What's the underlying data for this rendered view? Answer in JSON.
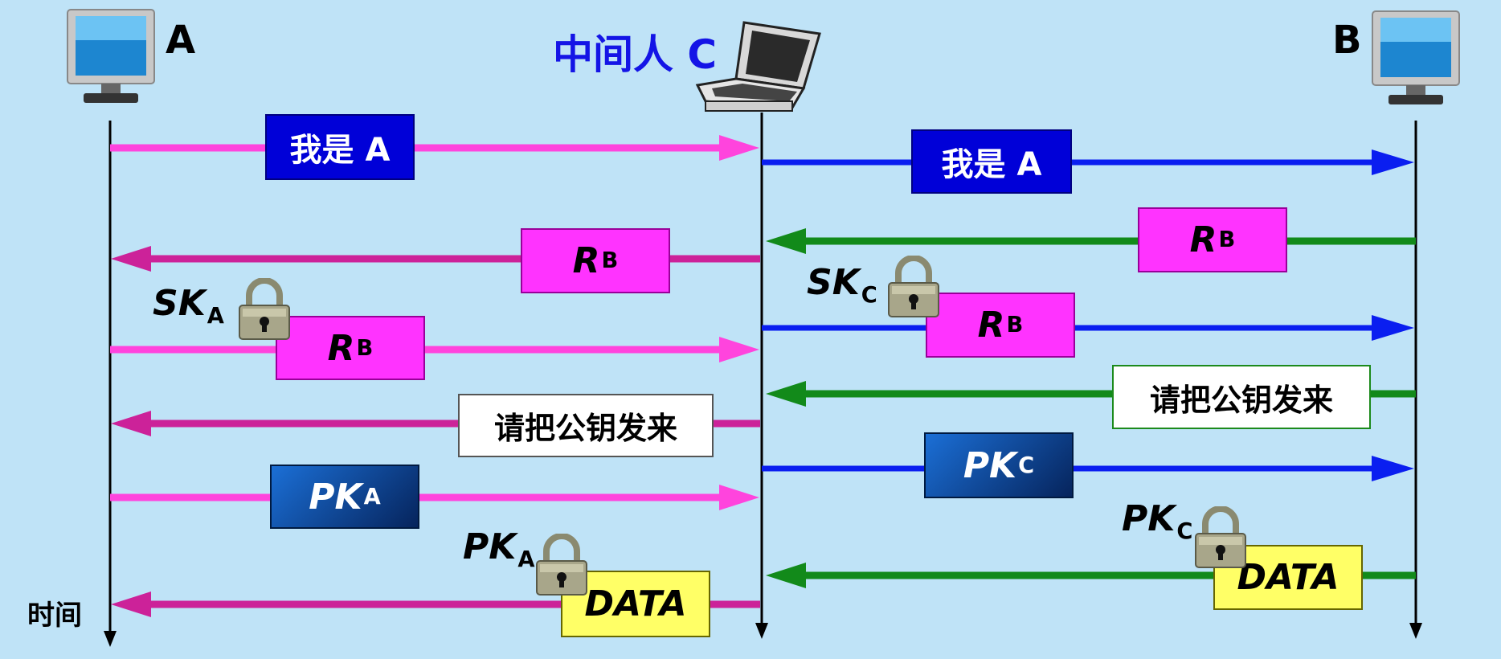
{
  "parties": {
    "a_label": "A",
    "b_label": "B",
    "c_label": "中间人 C"
  },
  "time_label": "时间",
  "messages_left": {
    "m1_text": "我是 A",
    "m2_main": "R",
    "m2_sub": "B",
    "m3_key_main": "SK",
    "m3_key_sub": "A",
    "m3_main": "R",
    "m3_sub": "B",
    "m4_text": "请把公钥发来",
    "m5_main": "PK",
    "m5_sub": "A",
    "m6_key_main": "PK",
    "m6_key_sub": "A",
    "m6_text": "DATA"
  },
  "messages_right": {
    "m1_text": "我是 A",
    "m2_main": "R",
    "m2_sub": "B",
    "m3_key_main": "SK",
    "m3_key_sub": "C",
    "m3_main": "R",
    "m3_sub": "B",
    "m4_text": "请把公钥发来",
    "m5_main": "PK",
    "m5_sub": "C",
    "m6_key_main": "PK",
    "m6_key_sub": "C",
    "m6_text": "DATA"
  },
  "colors": {
    "background": "#bfe3f7",
    "pink_arrow": "#ff44dd",
    "darkpink_arrow": "#cc2299",
    "blue_arrow": "#0a1ef0",
    "green_arrow": "#128a1a",
    "label_blue": "#0000d8",
    "label_magenta": "#ff33ff",
    "label_yellow": "#ffff66"
  },
  "icons": [
    "monitor-icon",
    "laptop-icon",
    "padlock-icon"
  ]
}
